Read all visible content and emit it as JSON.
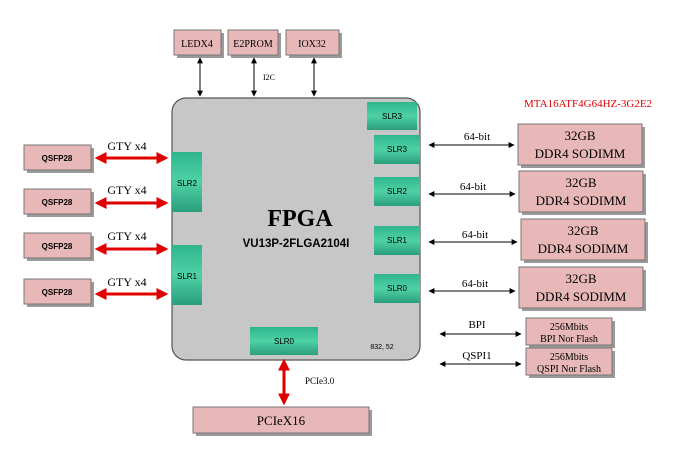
{
  "fpga": {
    "title": "FPGA",
    "part": "VU13P-2FLGA2104I",
    "corner_note": "832, 52"
  },
  "top_chips": [
    "LEDX4",
    "E2PROM",
    "IOX32"
  ],
  "i2c_label": "I2C",
  "memory_part": "MTA16ATF4G64HZ-3G2E2",
  "slr_left": [
    "SLR2",
    "SLR1"
  ],
  "slr_right": [
    "SLR3",
    "SLR3",
    "SLR2",
    "SLR1",
    "SLR0"
  ],
  "slr_bottom": "SLR0",
  "qsfp": [
    {
      "label": "QSFP28",
      "link": "GTY x4"
    },
    {
      "label": "QSFP28",
      "link": "GTY x4"
    },
    {
      "label": "QSFP28",
      "link": "GTY x4"
    },
    {
      "label": "QSFP28",
      "link": "GTY x4"
    }
  ],
  "ddr": [
    {
      "bus": "64-bit",
      "line1": "32GB",
      "line2": "DDR4 SODIMM"
    },
    {
      "bus": "64-bit",
      "line1": "32GB",
      "line2": "DDR4 SODIMM"
    },
    {
      "bus": "64-bit",
      "line1": "32GB",
      "line2": "DDR4 SODIMM"
    },
    {
      "bus": "64-bit",
      "line1": "32GB",
      "line2": "DDR4 SODIMM"
    }
  ],
  "flash": [
    {
      "bus": "BPI",
      "line1": "256Mbits",
      "line2": "BPI Nor Flash"
    },
    {
      "bus": "QSPI1",
      "line1": "256Mbits",
      "line2": "QSPI Nor Flash"
    }
  ],
  "pcie": {
    "link": "PCIe3.0",
    "label": "PCIeX16"
  }
}
